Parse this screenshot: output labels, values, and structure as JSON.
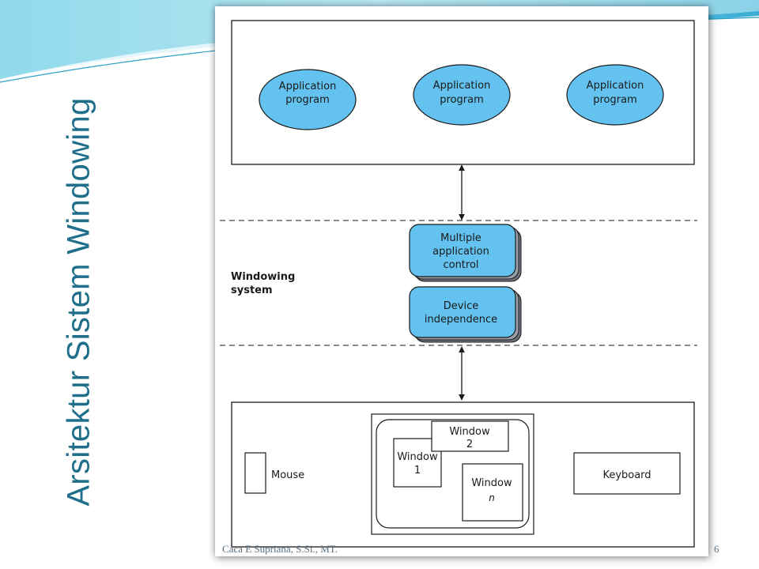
{
  "slide": {
    "title": "Arsitektur Sistem Windowing",
    "footer": "Caca E Supriana, S.Si., MT.",
    "page_number": "6"
  },
  "colors": {
    "accent": "#1f6f8b",
    "node_fill": "#63c2ef",
    "shadow": "#6b7078",
    "stroke": "#1a1a1a"
  },
  "diagram": {
    "apps": [
      {
        "line1": "Application",
        "line2": "program"
      },
      {
        "line1": "Application",
        "line2": "program"
      },
      {
        "line1": "Application",
        "line2": "program"
      }
    ],
    "layer_label": {
      "line1": "Windowing",
      "line2": "system"
    },
    "services": {
      "multiple": {
        "line1": "Multiple",
        "line2": "application",
        "line3": "control"
      },
      "device": {
        "line1": "Device",
        "line2": "independence"
      }
    },
    "devices": {
      "mouse": "Mouse",
      "keyboard": "Keyboard"
    },
    "windows": {
      "w1": {
        "line1": "Window",
        "line2": "1"
      },
      "w2": {
        "line1": "Window",
        "line2": "2"
      },
      "wn": {
        "line1": "Window",
        "line2": "n"
      }
    }
  }
}
